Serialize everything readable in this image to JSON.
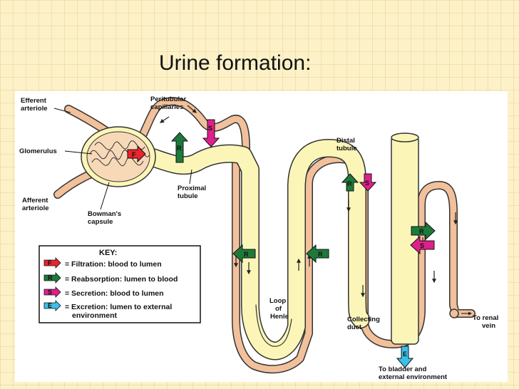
{
  "slide": {
    "title": "Urine formation:"
  },
  "labels": {
    "efferent_1": "Efferent",
    "efferent_2": "arteriole",
    "peritubular_1": "Peritubular",
    "peritubular_2": "capillaries",
    "glomerulus": "Glomerulus",
    "afferent_1": "Afferent",
    "afferent_2": "arteriole",
    "bowmans_1": "Bowman's",
    "bowmans_2": "capsule",
    "proximal_1": "Proximal",
    "proximal_2": "tubule",
    "distal_1": "Distal",
    "distal_2": "tubule",
    "loop_1": "Loop",
    "loop_2": "of",
    "loop_3": "Henle",
    "collecting_1": "Collecting",
    "collecting_2": "duct",
    "renal_1": "To renal",
    "renal_2": "vein",
    "bladder_1": "To bladder and",
    "bladder_2": "external environment"
  },
  "arrow_letters": {
    "filtration": "F",
    "reabsorption": "R",
    "secretion": "S",
    "excretion": "E"
  },
  "key": {
    "title": "KEY:",
    "items": [
      {
        "letter": "F",
        "text": "= Filtration: blood to lumen",
        "text2": ""
      },
      {
        "letter": "R",
        "text": "= Reabsorption: lumen to blood",
        "text2": ""
      },
      {
        "letter": "S",
        "text": "= Secretion: blood to lumen",
        "text2": ""
      },
      {
        "letter": "E",
        "text": "= Excretion: lumen to external",
        "text2": "environment"
      }
    ]
  },
  "colors": {
    "tubule": "#fbf6b8",
    "vessel": "#f2c09a",
    "outline": "#333333",
    "filtration": "#e8242c",
    "reabsorption": "#1d7a3a",
    "secretion": "#e0208a",
    "excretion": "#3cc0e8"
  }
}
